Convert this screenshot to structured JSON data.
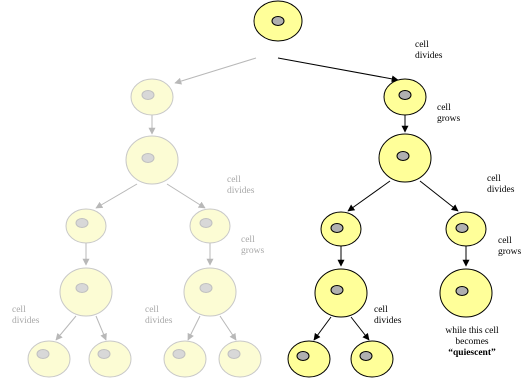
{
  "labels": {
    "divides_top": [
      "cell",
      "divides"
    ],
    "grows_right": [
      "cell",
      "grows"
    ],
    "divides_mid_faded": [
      "cell",
      "divides"
    ],
    "grows_mid_faded": [
      "cell",
      "grows"
    ],
    "divides_right_mid": [
      "cell",
      "divides"
    ],
    "grows_far_right": [
      "cell",
      "grows"
    ],
    "divides_left_low_faded": [
      "cell",
      "divides"
    ],
    "divides_mid_low_faded": [
      "cell",
      "divides"
    ],
    "divides_right_low": [
      "cell",
      "divides"
    ],
    "quiescent_note": [
      "while this cell",
      "becomes",
      "“quiescent”"
    ]
  },
  "colors": {
    "cell_fill": "#ffff99",
    "cell_stroke": "#000000",
    "nucleus_fill": "#b0b0b0",
    "faded_cell_fill": "#fcfcd4",
    "faded_stroke": "#c8c8c8",
    "faded_arrow": "#b8b8b8",
    "arrow": "#000000"
  },
  "icons": {
    "cell": "cell-icon",
    "nucleus": "nucleus-icon",
    "arrow": "arrow-icon"
  }
}
